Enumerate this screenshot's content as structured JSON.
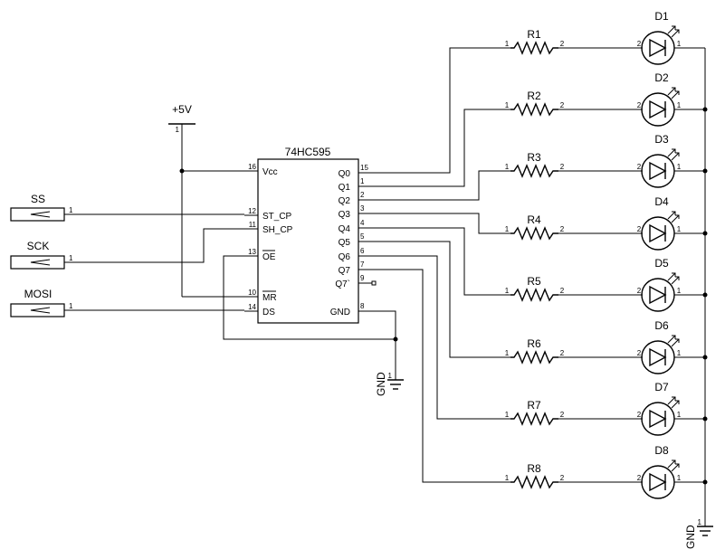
{
  "chip": {
    "name": "74HC595",
    "left_pins": [
      {
        "num": "16",
        "label": "Vcc"
      },
      {
        "num": "12",
        "label": "ST_CP"
      },
      {
        "num": "11",
        "label": "SH_CP"
      },
      {
        "num": "13",
        "label": "OE"
      },
      {
        "num": "10",
        "label": "MR"
      },
      {
        "num": "14",
        "label": "DS"
      }
    ],
    "right_pins": [
      {
        "num": "15",
        "label": "Q0"
      },
      {
        "num": "1",
        "label": "Q1"
      },
      {
        "num": "2",
        "label": "Q2"
      },
      {
        "num": "3",
        "label": "Q3"
      },
      {
        "num": "4",
        "label": "Q4"
      },
      {
        "num": "5",
        "label": "Q5"
      },
      {
        "num": "6",
        "label": "Q6"
      },
      {
        "num": "7",
        "label": "Q7"
      },
      {
        "num": "9",
        "label": "Q7`"
      },
      {
        "num": "8",
        "label": "GND"
      }
    ]
  },
  "power": {
    "label": "+5V",
    "pin": "1"
  },
  "ports": [
    {
      "label": "SS",
      "pin": "1"
    },
    {
      "label": "SCK",
      "pin": "1"
    },
    {
      "label": "MOSI",
      "pin": "1"
    }
  ],
  "grounds": [
    {
      "label": "GND",
      "pin": "1"
    },
    {
      "label": "GND",
      "pin": "1"
    }
  ],
  "resistors": [
    {
      "ref": "R1",
      "pin_a": "1",
      "pin_b": "2"
    },
    {
      "ref": "R2",
      "pin_a": "1",
      "pin_b": "2"
    },
    {
      "ref": "R3",
      "pin_a": "1",
      "pin_b": "2"
    },
    {
      "ref": "R4",
      "pin_a": "1",
      "pin_b": "2"
    },
    {
      "ref": "R5",
      "pin_a": "1",
      "pin_b": "2"
    },
    {
      "ref": "R6",
      "pin_a": "1",
      "pin_b": "2"
    },
    {
      "ref": "R7",
      "pin_a": "1",
      "pin_b": "2"
    },
    {
      "ref": "R8",
      "pin_a": "1",
      "pin_b": "2"
    }
  ],
  "leds": [
    {
      "ref": "D1",
      "pin_a": "2",
      "pin_b": "1"
    },
    {
      "ref": "D2",
      "pin_a": "2",
      "pin_b": "1"
    },
    {
      "ref": "D3",
      "pin_a": "2",
      "pin_b": "1"
    },
    {
      "ref": "D4",
      "pin_a": "2",
      "pin_b": "1"
    },
    {
      "ref": "D5",
      "pin_a": "2",
      "pin_b": "1"
    },
    {
      "ref": "D6",
      "pin_a": "2",
      "pin_b": "1"
    },
    {
      "ref": "D7",
      "pin_a": "2",
      "pin_b": "1"
    },
    {
      "ref": "D8",
      "pin_a": "2",
      "pin_b": "1"
    }
  ]
}
